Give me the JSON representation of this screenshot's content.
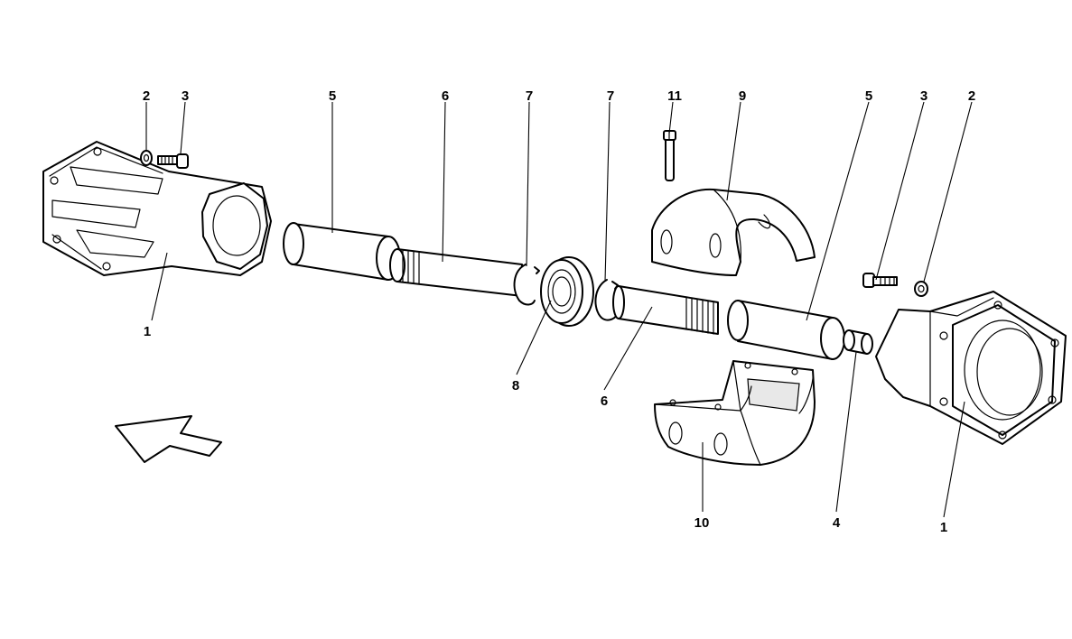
{
  "callouts": {
    "c1_left": "1",
    "c2_left": "2",
    "c3_left": "3",
    "c5_left": "5",
    "c6_top": "6",
    "c7_left": "7",
    "c7_right": "7",
    "c11": "11",
    "c9": "9",
    "c5_right": "5",
    "c3_right": "3",
    "c2_right": "2",
    "c8": "8",
    "c6_bottom": "6",
    "c10": "10",
    "c4": "4",
    "c1_right": "1"
  },
  "colors": {
    "line": "#000000",
    "background": "#ffffff"
  }
}
